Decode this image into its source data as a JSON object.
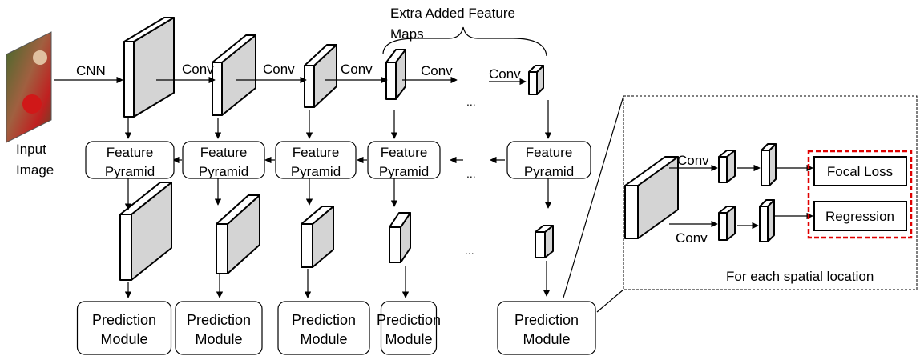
{
  "input": {
    "label_line1": "Input",
    "label_line2": "Image"
  },
  "edges": {
    "cnn": "CNN",
    "conv": "Conv",
    "ellipsis": "..."
  },
  "extra_maps": {
    "line1": "Extra Added Feature",
    "line2": "Maps"
  },
  "feature_pyramid": {
    "line1": "Feature",
    "line2": "Pyramid"
  },
  "prediction_module": {
    "line1": "Prediction",
    "line2": "Module"
  },
  "detail_panel": {
    "conv_label": "Conv",
    "focal_loss": "Focal Loss",
    "regression": "Regression",
    "caption": "For each  spatial location"
  },
  "colors": {
    "block_face": "#d4d4d4",
    "block_side": "#ffffff",
    "highlight": "#e00000"
  }
}
